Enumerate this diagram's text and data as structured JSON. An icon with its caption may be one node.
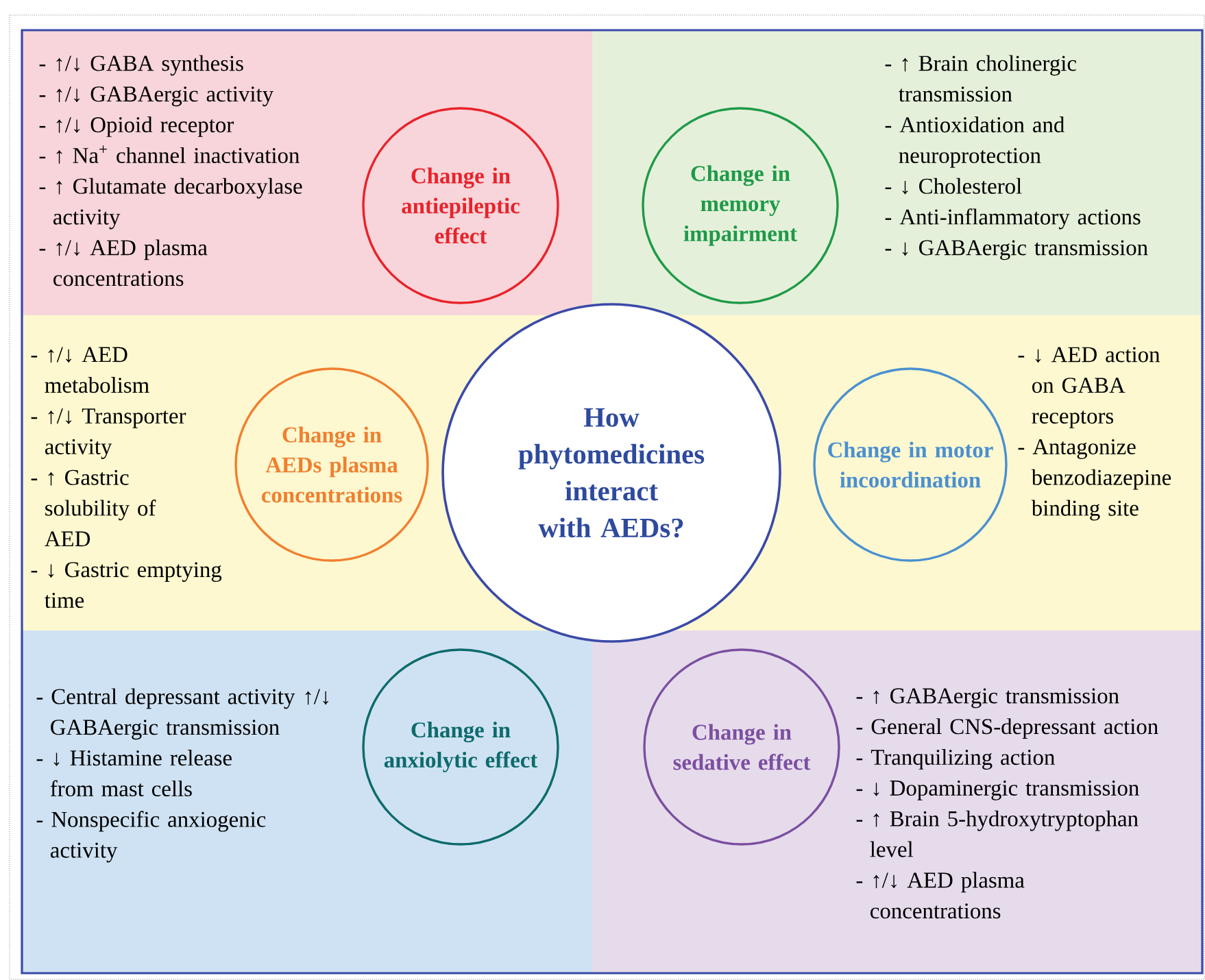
{
  "diagram": {
    "nodes": [
      {
        "text": [
          "- ↑/↓ GABA synthesis",
          "- ↑/↓ GABAergic activity",
          "- ↑/↓ Opioid receptor",
          "- ↑ Na$^{+}$ channel inactivation",
          "- ↑ Glutamate decarboxylase activity",
          "- ↑/↓ AED plasma concentrations"
        ]
      },
      {
        "text": [
          "Change in antiepileptic effect"
        ],
        "in": 0
      },
      {
        "text": [
          "- ↑ Brain cholinergic transmission",
          "- Antioxidation and neuroprotection",
          "- ↓ Cholesterol",
          "- Anti-inflammatory actions",
          "- ↓ GABAergic transmission"
        ]
      },
      {
        "text": [
          "Change in memory impairment"
        ],
        "in": 2
      },
      {
        "text": [
          "- ↑/↓ AED metabolism",
          "- ↑/↓ Transporter activity",
          "- ↑ Gastric solubility of AED",
          "- ↓ Gastric emptying time",
          "- ↓ AED action on GABA receptors",
          "- Antagonize benzodiazepine binding site"
        ]
      },
      {
        "text": [
          "Change in AEDs plasma concentrations"
        ],
        "in": 4
      },
      {
        "text": [
          "Change in motor incoordination"
        ],
        "in": 4
      },
      {
        "text": [
          "- Central depressant activity ↑/↓ GABAergic transmission",
          "- ↓ Histamine release from mast cells",
          "- Nonspecific anxiogenic activity"
        ]
      },
      {
        "text": [
          "Change in anxiolytic effect"
        ],
        "in": 7
      },
      {
        "text": [
          "- ↑ GABAergic transmission",
          "- General CNS-depressant action",
          "- Tranquilizing action",
          "- ↓ Dopaminergic transmission",
          "- ↑ Brain 5-hydroxytryptophan level",
          "- ↑/↓ AED plasma concentrations"
        ]
      },
      {
        "text": [
          "Change in sedative effect"
        ],
        "in": 9
      },
      {
        "text": [
          "How phytomedicines interact with AEDs?"
        ]
      }
    ]
  }
}
